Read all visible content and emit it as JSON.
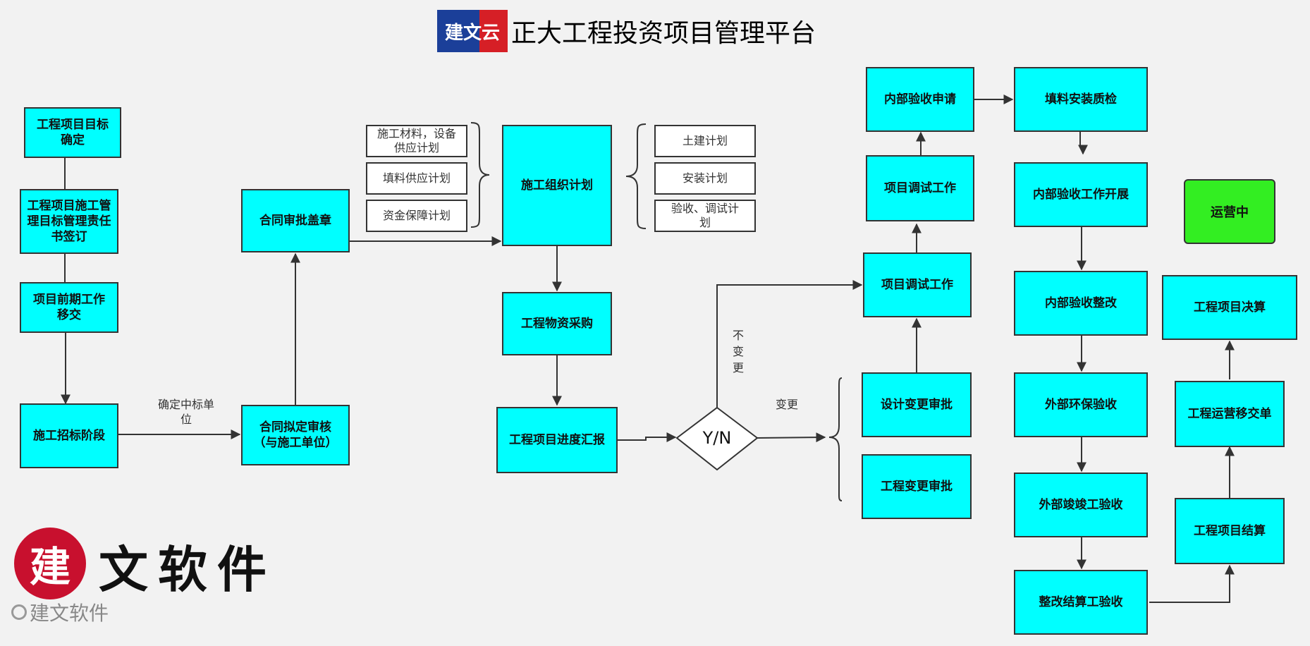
{
  "header": {
    "badge_text": "建文云",
    "title": "正大工程投资项目管理平台"
  },
  "nodes": {
    "target_confirm": "工程项目目标确定",
    "responsibility_sign": "工程项目施工管理目标管理责任书签订",
    "preliminary_handover": "项目前期工作移交",
    "tender_stage": "施工招标阶段",
    "contract_review": "合同拟定审核（与施工单位）",
    "contract_stamp": "合同审批盖章",
    "material_supply_plan": "施工材料，设备供应计划",
    "fill_supply_plan": "填料供应计划",
    "fund_plan": "资金保障计划",
    "construction_org_plan": "施工组织计划",
    "civil_plan": "土建计划",
    "install_plan": "安装计划",
    "acceptance_debug_plan": "验收、调试计划",
    "material_purchase": "工程物资采购",
    "progress_report": "工程项目进度汇报",
    "decision": "Y/N",
    "debug_work_1": "项目调试工作",
    "debug_work_2": "项目调试工作",
    "internal_acceptance_apply": "内部验收申请",
    "fill_install_qc": "填料安装质检",
    "internal_acceptance_work": "内部验收工作开展",
    "internal_rectify": "内部验收整改",
    "external_env_acceptance": "外部环保验收",
    "external_completion": "外部竣竣工验收",
    "rectify_settlement": "整改结算工验收",
    "design_change_approval": "设计变更审批",
    "engineering_change_approval": "工程变更审批",
    "project_settlement": "工程项目结算",
    "operation_handover": "工程运营移交单",
    "project_final_account": "工程项目决算",
    "in_operation": "运营中"
  },
  "labels": {
    "winning_unit": "确定中标单位",
    "no_change": "不变更",
    "change": "变更"
  },
  "brand": {
    "logo_char": "建",
    "logo_text": "文软件",
    "watermark": "建文软件"
  },
  "colors": {
    "node_fill": "#00ffff",
    "operating_fill": "#33ee22",
    "badge_blue": "#1b3f99",
    "badge_red": "#d61f26",
    "logo_red": "#c8102e"
  }
}
